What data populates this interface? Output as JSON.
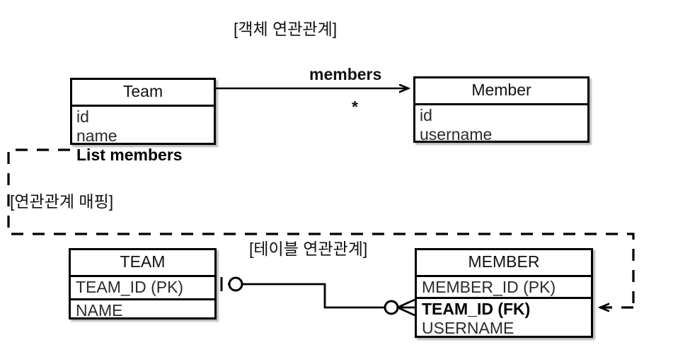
{
  "diagram": {
    "object_section_title": "[객체 연관관계]",
    "table_section_title": "[테이블 연관관계]",
    "mapping_label": "[연관관계 매핑]",
    "association": {
      "name": "members",
      "multiplicity": "*"
    },
    "colors": {
      "stroke": "#000000",
      "background": "#ffffff",
      "attribute_text": "#2b2b2b"
    }
  },
  "object_model": {
    "classes": [
      {
        "name": "Team",
        "attributes": [
          {
            "text": "id",
            "bold": false
          },
          {
            "text": "name",
            "bold": false
          },
          {
            "text": "List members",
            "bold": true
          }
        ]
      },
      {
        "name": "Member",
        "attributes": [
          {
            "text": "id",
            "bold": false
          },
          {
            "text": "username",
            "bold": false
          }
        ]
      }
    ]
  },
  "table_model": {
    "tables": [
      {
        "name": "TEAM",
        "cells": [
          {
            "lines": [
              {
                "text": "TEAM_ID (PK)",
                "bold": false
              }
            ]
          },
          {
            "lines": [
              {
                "text": "NAME",
                "bold": false
              }
            ]
          }
        ]
      },
      {
        "name": "MEMBER",
        "cells": [
          {
            "lines": [
              {
                "text": "MEMBER_ID (PK)",
                "bold": false
              }
            ]
          },
          {
            "lines": [
              {
                "text": "TEAM_ID (FK)",
                "bold": true
              },
              {
                "text": "USERNAME",
                "bold": false
              }
            ]
          }
        ]
      }
    ]
  }
}
